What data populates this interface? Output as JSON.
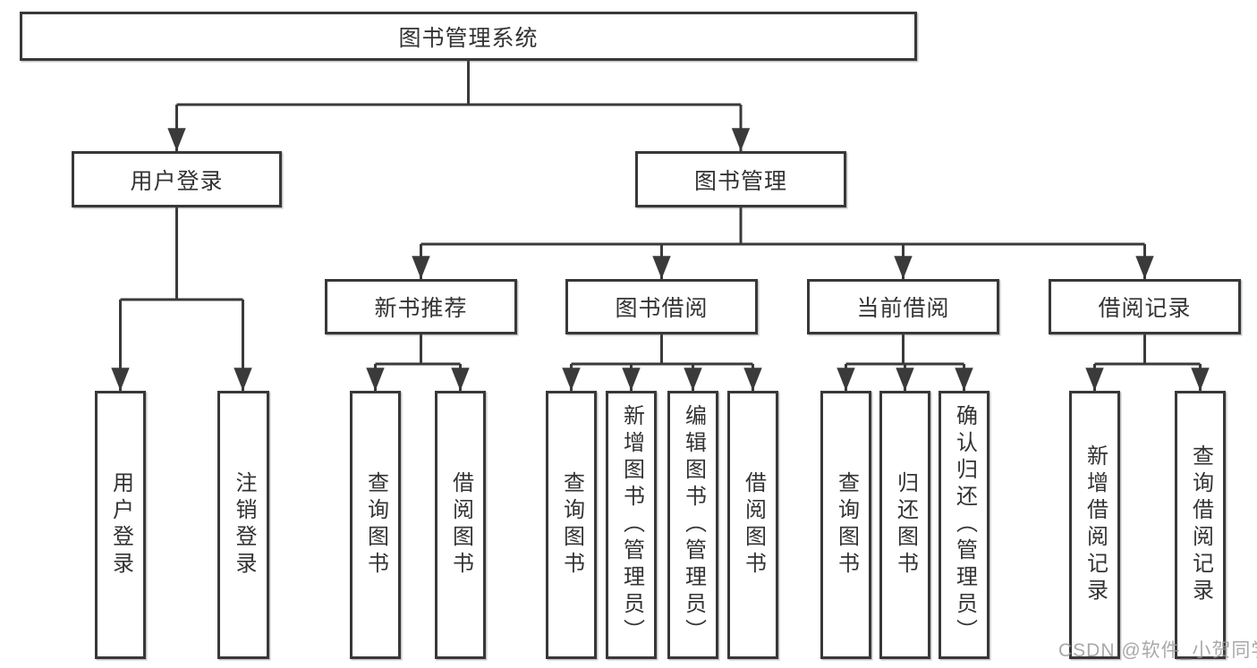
{
  "diagram": {
    "title": "图书管理系统",
    "root": {
      "label": "图书管理系统"
    },
    "level2": [
      {
        "label": "用户登录"
      },
      {
        "label": "图书管理"
      }
    ],
    "level3": [
      {
        "label": "新书推荐"
      },
      {
        "label": "图书借阅"
      },
      {
        "label": "当前借阅"
      },
      {
        "label": "借阅记录"
      }
    ],
    "leaves": [
      {
        "label": "用户登录",
        "parent": "用户登录"
      },
      {
        "label": "注销登录",
        "parent": "用户登录"
      },
      {
        "label": "查询图书",
        "parent": "新书推荐"
      },
      {
        "label": "借阅图书",
        "parent": "新书推荐"
      },
      {
        "label": "查询图书",
        "parent": "图书借阅"
      },
      {
        "label": "新增图书（管理员）",
        "parent": "图书借阅"
      },
      {
        "label": "编辑图书（管理员）",
        "parent": "图书借阅"
      },
      {
        "label": "借阅图书",
        "parent": "图书借阅"
      },
      {
        "label": "查询图书",
        "parent": "当前借阅"
      },
      {
        "label": "归还图书",
        "parent": "当前借阅"
      },
      {
        "label": "确认归还（管理员）",
        "parent": "当前借阅"
      },
      {
        "label": "新增借阅记录",
        "parent": "借阅记录"
      },
      {
        "label": "查询借阅记录",
        "parent": "借阅记录"
      }
    ],
    "watermark": "CSDN @软件_小贺同学",
    "colors": {
      "line": "#3a3a3a",
      "box_border": "#383838",
      "text": "#333333",
      "watermark": "#9a9a9a",
      "background": "#ffffff"
    }
  }
}
